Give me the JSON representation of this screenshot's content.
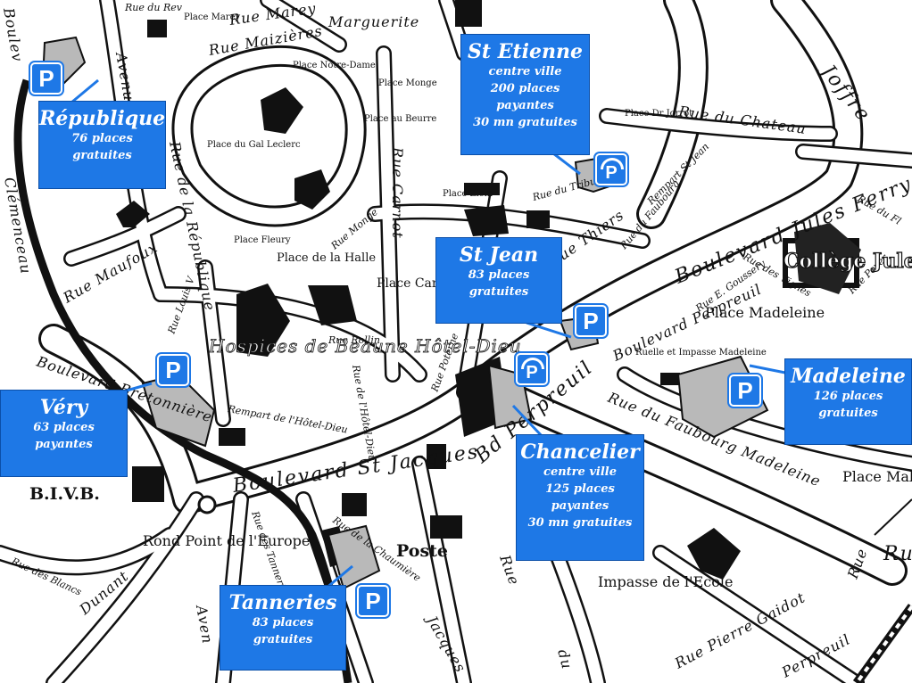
{
  "map": {
    "streets": {
      "boulevard_jules_ferry": "Boulevard Jules Ferry",
      "boulevard_joffre": "Joffre",
      "boulevard_st_jacques": "Boulevard St Jacques",
      "boulevard_perpreuil": "Boulevard Perpreuil",
      "bd_perpreuil": "Bd Perpreuil",
      "boulevard_bretonniere": "Boulevard Bretonnière",
      "clemenceau": "Clémenceau",
      "boulevard_left_top": "Boulev",
      "rue_maizieres": "Rue Maizières",
      "rue_marey": "Rue Marey",
      "rue_marguerite": "Marguerite",
      "rue_carnot": "Rue Carnot",
      "rue_monge": "Rue Monge",
      "rue_maufoux": "Rue Maufoux",
      "rue_de_la_republique": "Rue de la République",
      "rue_louis_v": "Rue Louis V",
      "rue_thiers": "Rue Thiers",
      "rue_du_chateau": "Rue du Chateau",
      "rue_du_faubourg_madeleine": "Rue du Faubourg Madeleine",
      "rue_pierre_gaidot": "Rue Pierre Gaidot",
      "rue_des_tanneries": "Rue des Tanneries",
      "rue_de_la_chaumiere": "Rue de la Chaumière",
      "rue_jacques": "Jacques",
      "rue_des_blancs": "Rue des Blancs",
      "rue_dunant": "Dunant",
      "rue_poterne": "Rue Poterne",
      "rue_hotel_dieu": "Rue de l'Hôtel-Dieu",
      "rempart_hotel_dieu": "Rempart de l'Hôtel-Dieu",
      "rue_rollin": "Rue Rollin",
      "rue_d_ziem": "Rue du Tribunal",
      "rue_des_vignes": "Rue des Vignes",
      "rue_de_la_lune": "Rue du Faubourg",
      "avenue_top": "Avenue",
      "rue_du_rempart": "Rempart St Jean",
      "rue_goussery": "Rue E. Goussery",
      "rue_des_vignes2": "Rue des Vignes",
      "rue_du_fl": "Rue du Fl",
      "rue_poyer": "Rue Poyer",
      "avenue_bottom": "Aven",
      "rue_right_bottom": "Rue",
      "du_bottom": "du",
      "perpreuil_bottom": "Perpreuil",
      "rue_bottom": "Rue",
      "rue_right": "Ru",
      "rue_rey": "Rue du Rev"
    },
    "places": {
      "place_notre_dame": "Place Notre-Dame",
      "place_monge": "Place Monge",
      "place_au_beurre": "Place au Beurre",
      "place_du_gal_leclerc": "Place du Gal Leclerc",
      "place_marey": "Place Marey",
      "place_fleury": "Place Fleury",
      "place_de_la_halle": "Place de la Halle",
      "place_carnot": "Place Carnot",
      "place_ziem": "Place Ziem",
      "place_dr_jorrot": "Place Dr Jorrot",
      "place_madeleine": "Place Madeleine",
      "ruelle_impasse_madeleine": "Ruelle et Impasse Madeleine",
      "place_malmedy": "Place Malmedy",
      "rond_point_europe": "Rond Point de l'Europe",
      "impasse_de_l_ecole": "Impasse de l'Ecole"
    },
    "landmarks": {
      "hospices": "Hospices de Beaune Hôtel-Dieu",
      "college_jules_ferry": "Collège Jules Ferry",
      "bivb": "B.I.V.B.",
      "poste": "Poste"
    }
  },
  "parkings": [
    {
      "name": "République",
      "lines": [
        "76 places",
        "gratuites"
      ]
    },
    {
      "name": "St Etienne",
      "lines": [
        "centre ville",
        "200 places",
        "payantes",
        "30 mn gratuites"
      ]
    },
    {
      "name": "St Jean",
      "lines": [
        "83 places",
        "gratuites"
      ]
    },
    {
      "name": "Véry",
      "lines": [
        "63 places",
        "payantes"
      ]
    },
    {
      "name": "Chancelier",
      "lines": [
        "centre ville",
        "125 places",
        "payantes",
        "30 mn gratuites"
      ]
    },
    {
      "name": "Madeleine",
      "lines": [
        "126 places",
        "gratuites"
      ]
    },
    {
      "name": "Tanneries",
      "lines": [
        "83 places",
        "gratuites"
      ]
    }
  ],
  "parking_sign": {
    "letter": "P",
    "covered_icon": "covered-parking-icon",
    "open_icon": "parking-icon"
  },
  "colors": {
    "label_bg": "#1e78e6",
    "parking_lot": "#b9b9b9",
    "building": "#111111"
  }
}
